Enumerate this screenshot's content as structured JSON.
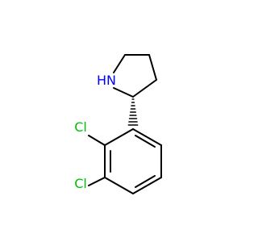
{
  "molecule": {
    "colors": {
      "bond": "#000000",
      "nitrogen": "#0000ff",
      "chlorine": "#00c000",
      "background": "#ffffff"
    },
    "atoms": {
      "nitrogen": {
        "symbol": "N",
        "hydrogen": "H"
      },
      "chlorine_upper": {
        "symbol": "Cl"
      },
      "chlorine_lower": {
        "symbol": "Cl"
      }
    }
  }
}
